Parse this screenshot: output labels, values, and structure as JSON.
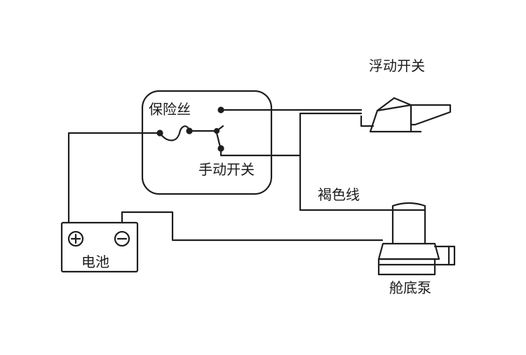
{
  "labels": {
    "fuse": "保险丝",
    "manual_switch": "手动开关",
    "float_switch": "浮动开关",
    "brown_wire": "褐色线",
    "battery": "电池",
    "bilge_pump": "舱底泵"
  },
  "symbols": {
    "positive": "+",
    "negative": "−"
  },
  "colors": {
    "line": "#1e1e1e",
    "background": "#ffffff"
  }
}
